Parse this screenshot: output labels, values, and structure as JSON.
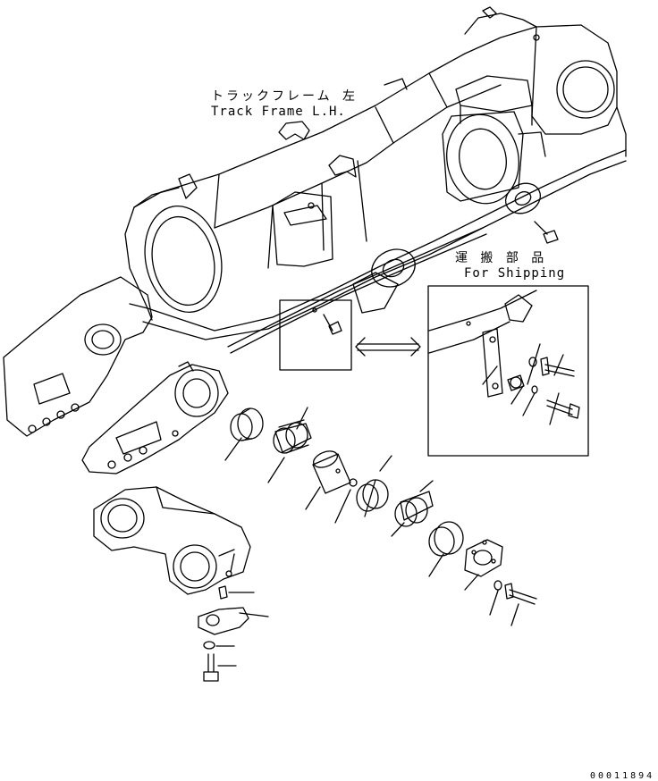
{
  "labels": {
    "track_frame_jp": "トラックフレーム 左",
    "track_frame_en": "Track Frame L.H.",
    "shipping_jp": "運 搬 部 品",
    "shipping_en": "For Shipping",
    "figure_number": "00011894"
  },
  "colors": {
    "line": "#000000",
    "background": "#ffffff"
  }
}
